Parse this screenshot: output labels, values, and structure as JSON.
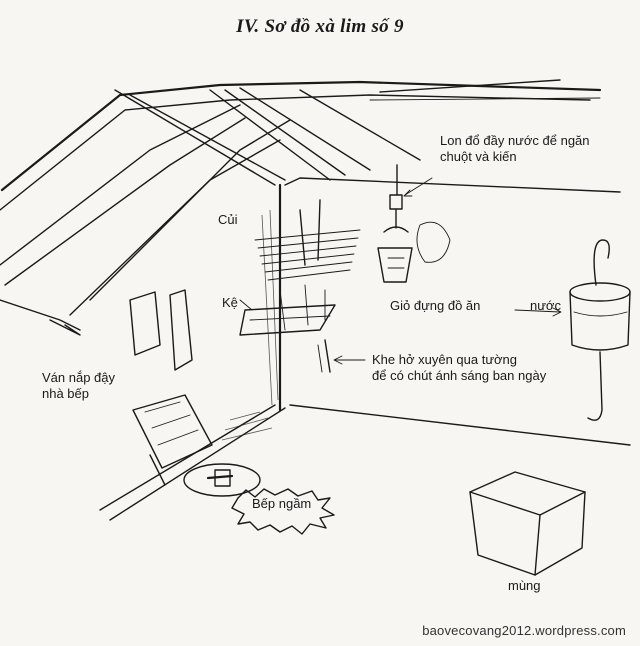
{
  "title": "IV. Sơ đồ xà lim số 9",
  "labels": {
    "can": "Lon đổ đầy nước để ngăn\nchuột và kiến",
    "firewood": "Củi",
    "shelf": "Kệ",
    "food_basket": "Giỏ đựng đồ ăn",
    "water": "nước",
    "gap": "Khe hở xuyên qua tường\nđể có chút ánh sáng ban ngày",
    "cover_board": "Ván nắp đậy\nnhà bếp",
    "stove": "Bếp ngầm",
    "net": "mùng"
  },
  "credit": "baovecovang2012.wordpress.com"
}
